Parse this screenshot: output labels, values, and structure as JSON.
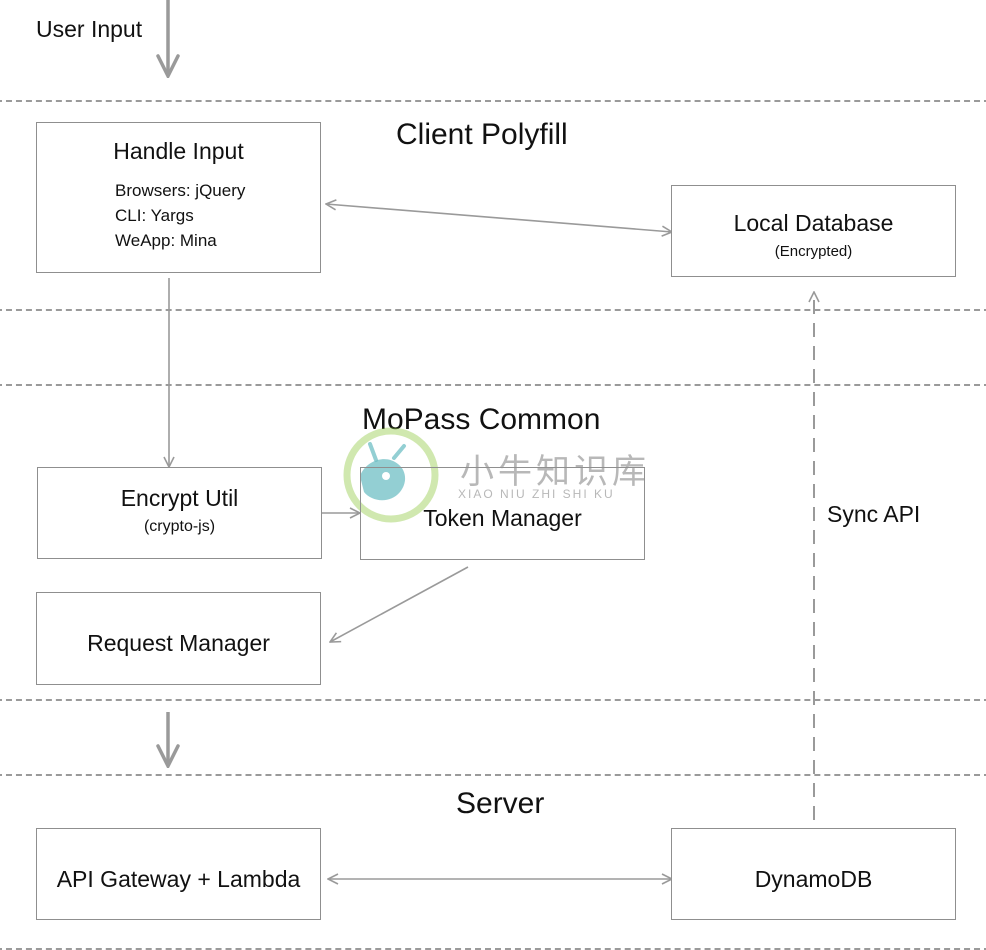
{
  "entry_label": "User Input",
  "regions": {
    "client": {
      "title": "Client Polyfill"
    },
    "common": {
      "title": "MoPass Common"
    },
    "server": {
      "title": "Server"
    }
  },
  "nodes": {
    "handle_input": {
      "title": "Handle Input",
      "lines": [
        "Browsers:  jQuery",
        "CLI: Yargs",
        "WeApp: Mina"
      ]
    },
    "local_db": {
      "title": "Local Database",
      "subtitle": "(Encrypted)"
    },
    "encrypt_util": {
      "title": "Encrypt Util",
      "subtitle": "(crypto-js)"
    },
    "token_manager": {
      "title": "Token Manager"
    },
    "request_manager": {
      "title": "Request Manager"
    },
    "api_gateway": {
      "title": "API Gateway + Lambda"
    },
    "dynamodb": {
      "title": "DynamoDB"
    }
  },
  "edges": {
    "sync_api_label": "Sync API"
  },
  "watermark": {
    "cn": "小牛知识库",
    "latin": "XIAO NIU ZHI SHI KU"
  },
  "colors": {
    "line": "#9a9a9a",
    "text": "#111111",
    "watermark_teal": "#3ea8b0",
    "watermark_green": "#8cc63e"
  }
}
